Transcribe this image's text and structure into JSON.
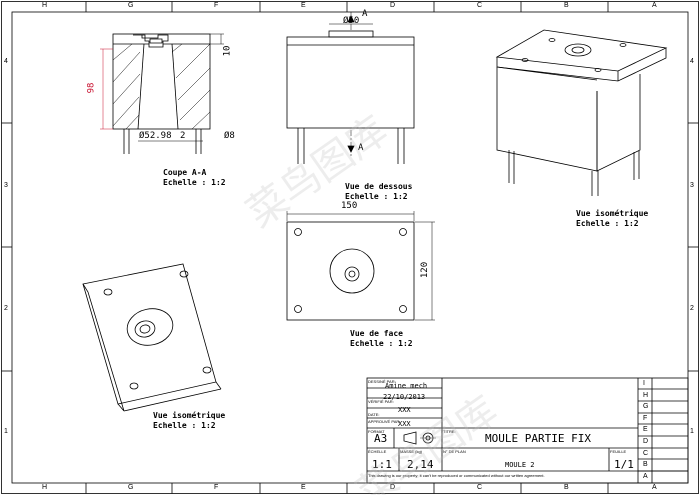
{
  "frame": {
    "zones_horizontal": [
      "H",
      "G",
      "F",
      "E",
      "D",
      "C",
      "B",
      "A"
    ],
    "zones_vertical": [
      "4",
      "3",
      "2",
      "1"
    ]
  },
  "views": {
    "section": {
      "title": "Coupe A-A",
      "scale": "Echelle :  1:2"
    },
    "bottom": {
      "title": "Vue de dessous",
      "scale": "Echelle :  1:2"
    },
    "iso_top": {
      "title": "Vue isométrique",
      "scale": "Echelle :  1:2"
    },
    "front": {
      "title": "Vue de face",
      "scale": "Echelle :  1:2"
    },
    "iso_bottom": {
      "title": "Vue isométrique",
      "scale": "Echelle :  1:2"
    }
  },
  "dimensions": {
    "height_98": "98",
    "dia_52": "Ø52.98",
    "dim_2": "2",
    "dia_8": "Ø8",
    "dim_10": "10",
    "dia_50": "Ø50",
    "cut_a_top": "A",
    "cut_a_bottom": "A",
    "width_150": "150",
    "height_120": "120"
  },
  "title_block": {
    "drawn_by_label": "DESSINÉ PAR:",
    "drawn_by": "Amine mech",
    "date1": "22/10/2013",
    "checked_by_label": "VÉRIFIÉ PAR:",
    "checked_by": "XXX",
    "date_label": "DATE:",
    "approved_by_label": "APPROUVÉ PAR:",
    "approved_by": "XXX",
    "date2_label": "DATE:",
    "format_label": "FORMAT",
    "format": "A3",
    "title_label": "TITRE:",
    "title": "MOULE PARTIE FIX",
    "scale_label": "ÉCHELLE",
    "scale": "1:1",
    "weight_label": "MASSE (kg)",
    "weight": "2,14",
    "drawing_no_label": "N° DE PLAN",
    "drawing_no": "MOULE 2",
    "sheet_label": "FEUILLE",
    "sheet": "1/1",
    "notice": "This drawing is our property; it can't be reproduced or communicated without our written agreement.",
    "revisions": [
      "I",
      "H",
      "G",
      "F",
      "E",
      "D",
      "C",
      "B",
      "A"
    ]
  },
  "watermark": "菜鸟图库"
}
